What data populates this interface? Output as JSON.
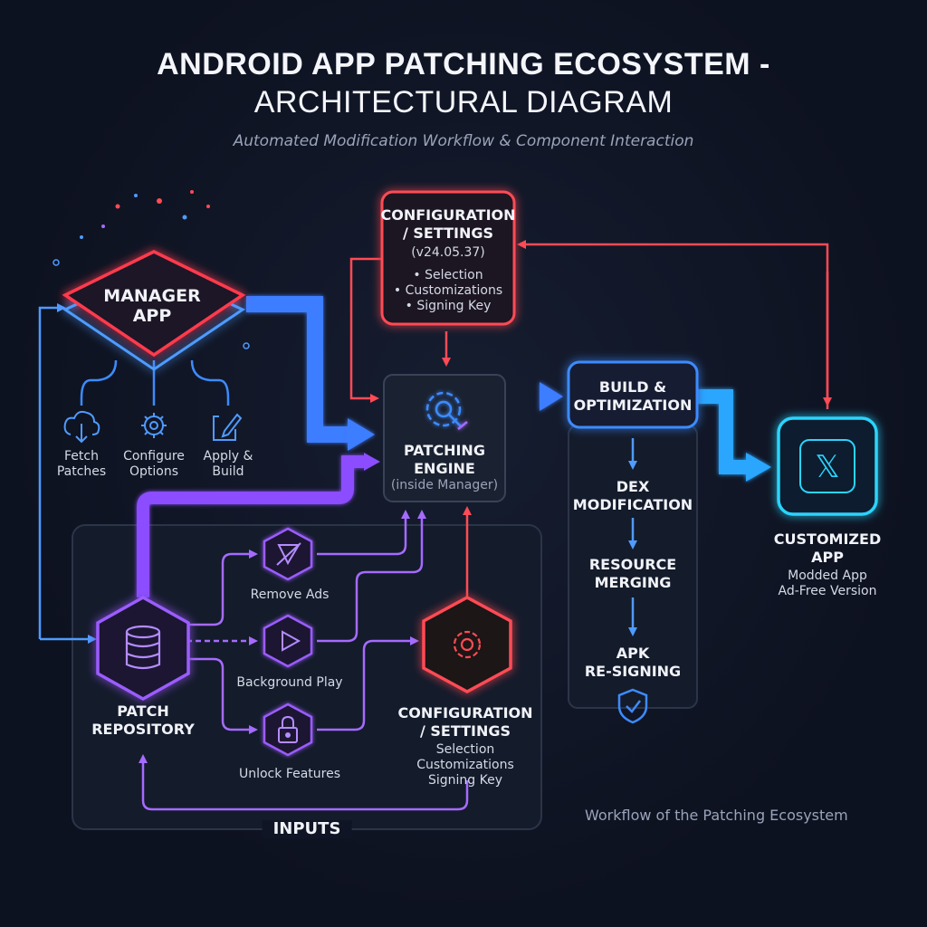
{
  "title_line1": "ANDROID APP PATCHING ECOSYSTEM -",
  "title_line2": "ARCHITECTURAL DIAGRAM",
  "subtitle": "Automated Modification Workflow & Component Interaction",
  "manager": {
    "line1": "MANAGER",
    "line2": "APP"
  },
  "manager_actions": [
    {
      "line1": "Fetch",
      "line2": "Patches",
      "icon": "cloud-download-icon"
    },
    {
      "line1": "Configure",
      "line2": "Options",
      "icon": "gear-icon"
    },
    {
      "line1": "Apply &",
      "line2": "Build",
      "icon": "edit-icon"
    }
  ],
  "config_top": {
    "line1": "CONFIGURATION",
    "line2": "/ SETTINGS",
    "version": "(v24.05.37)",
    "items": [
      "• Selection",
      "• Customizations",
      "• Signing Key"
    ]
  },
  "engine": {
    "line1": "PATCHING",
    "line2": "ENGINE",
    "note": "(inside Manager)",
    "icon": "gear-search-icon"
  },
  "build": {
    "line1": "BUILD &",
    "line2": "OPTIMIZATION",
    "steps": [
      {
        "line1": "DEX",
        "line2": "MODIFICATION"
      },
      {
        "line1": "RESOURCE",
        "line2": "MERGING"
      },
      {
        "line1": "APK",
        "line2": "RE-SIGNING"
      }
    ],
    "shield_icon": "shield-check-icon"
  },
  "output": {
    "line1": "CUSTOMIZED",
    "line2": "APP",
    "desc1": "Modded App",
    "desc2": "Ad-Free Version",
    "icon": "x-logo-icon"
  },
  "repository": {
    "line1": "PATCH",
    "line2": "REPOSITORY",
    "icon": "database-icon"
  },
  "patches": [
    {
      "label": "Remove Ads",
      "icon": "no-ads-icon"
    },
    {
      "label": "Background Play",
      "icon": "play-icon"
    },
    {
      "label": "Unlock Features",
      "icon": "lock-icon"
    }
  ],
  "config_bottom": {
    "line1": "CONFIGURATION",
    "line2": "/ SETTINGS",
    "items": [
      "Selection",
      "Customizations",
      "Signing Key"
    ],
    "icon": "gear-icon"
  },
  "inputs_label": "INPUTS",
  "caption": "Workflow of the Patching Ecosystem",
  "colors": {
    "red": "#ff4b55",
    "blue": "#3d8bff",
    "purple": "#9b5cff",
    "cyan": "#2ad4ff",
    "text": "#e8ecf5"
  }
}
